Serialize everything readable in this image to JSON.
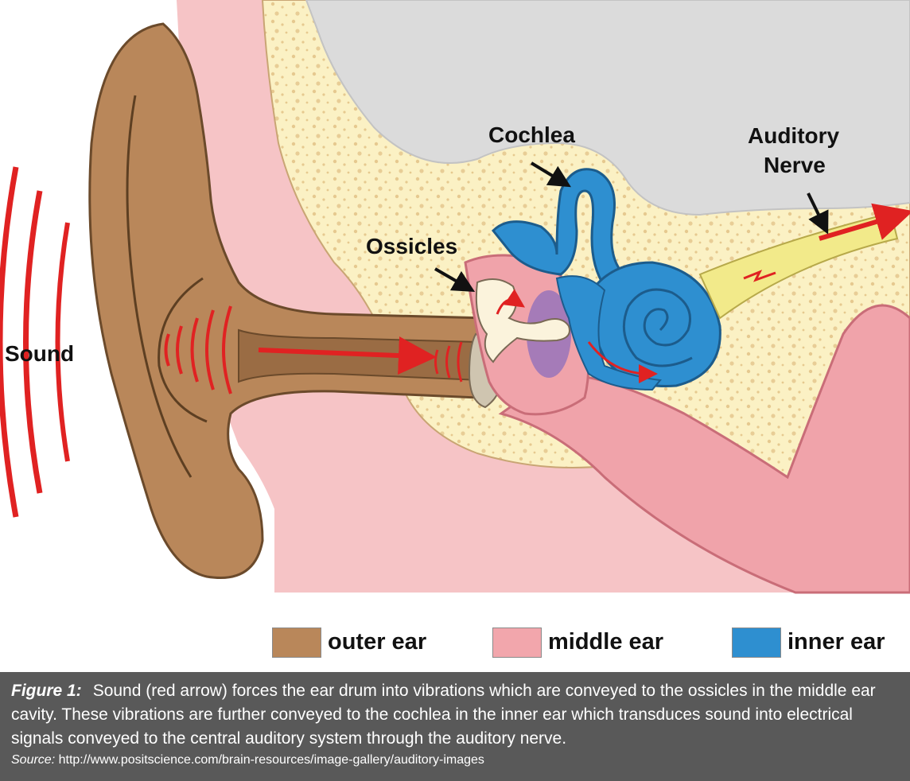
{
  "labels": {
    "sound": "Sound",
    "ossicles": "Ossicles",
    "cochlea": "Cochlea",
    "auditory_nerve_line1": "Auditory",
    "auditory_nerve_line2": "Nerve"
  },
  "legend": [
    {
      "label": "outer ear",
      "color": "#b9875a"
    },
    {
      "label": "middle ear",
      "color": "#f2a6ac"
    },
    {
      "label": "inner ear",
      "color": "#2e8fd0"
    }
  ],
  "caption": {
    "label": "Figure 1:",
    "text": "Sound (red arrow) forces the ear drum into vibrations which are conveyed to the ossicles in the middle ear cavity. These vibrations are further conveyed to the cochlea in the inner ear which transduces sound into electrical signals conveyed to the central auditory system through the auditory nerve.",
    "source_label": "Source:",
    "source_url": "http://www.positscience.com/brain-resources/image-gallery/auditory-images"
  },
  "colors": {
    "outer_ear": "#b9875a",
    "middle_ear": "#f2a6ac",
    "inner_ear": "#2e8fd0",
    "bone": "#fbf1c4",
    "sound_wave": "#e02222",
    "caption_bg": "#595959"
  }
}
